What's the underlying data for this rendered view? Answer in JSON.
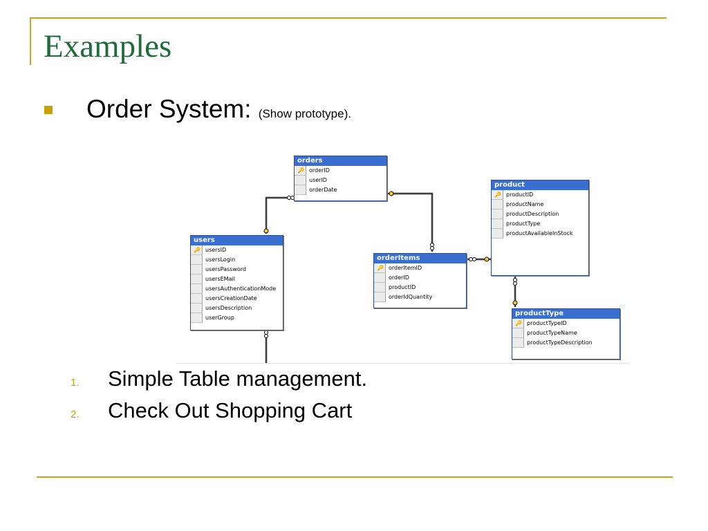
{
  "slide": {
    "title": "Examples",
    "bullet": {
      "main": "Order System:",
      "note": "(Show prototype)."
    },
    "numbered": [
      {
        "num": "1.",
        "text": "Simple Table management."
      },
      {
        "num": "2.",
        "text": "Check Out Shopping Cart"
      }
    ]
  },
  "colors": {
    "accent": "#d4a017",
    "title": "#1f6b3a",
    "table_header": "#3a6fd1"
  },
  "diagram": {
    "tables": [
      {
        "name": "orders",
        "fields": [
          "orderID",
          "userID",
          "orderDate"
        ],
        "key": "orderID"
      },
      {
        "name": "users",
        "fields": [
          "usersID",
          "usersLogin",
          "usersPassword",
          "usersEMail",
          "usersAuthenticationMode",
          "usersCreationDate",
          "usersDescription",
          "userGroup"
        ],
        "key": "usersID"
      },
      {
        "name": "orderItems",
        "fields": [
          "orderItemID",
          "orderID",
          "productID",
          "orderIdQuantity"
        ],
        "key": "orderItemID"
      },
      {
        "name": "product",
        "fields": [
          "productID",
          "productName",
          "productDescription",
          "productType",
          "productAvailableInStock"
        ],
        "key": "productID"
      },
      {
        "name": "productType",
        "fields": [
          "productTypeID",
          "productTypeName",
          "productTypeDescription"
        ],
        "key": "productTypeID"
      }
    ],
    "relationships": [
      {
        "from": "users",
        "to": "orders"
      },
      {
        "from": "orders",
        "to": "orderItems"
      },
      {
        "from": "product",
        "to": "orderItems"
      },
      {
        "from": "productType",
        "to": "product"
      }
    ]
  }
}
